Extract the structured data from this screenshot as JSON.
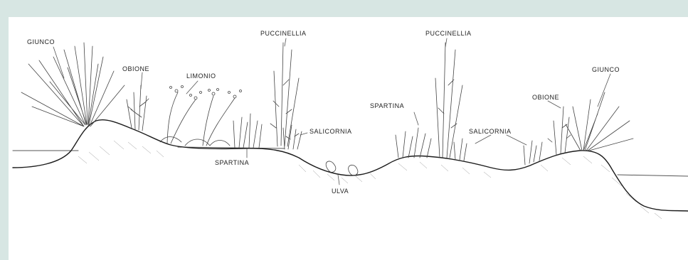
{
  "labels": {
    "giunco_left": "GIUNCO",
    "obione_left": "OBIONE",
    "limonio": "LIMONIO",
    "puccinellia_left": "PUCCINELLIA",
    "spartina_bottom": "SPARTINA",
    "salicornia_left": "SALICORNIA",
    "ulva": "ULVA",
    "puccinellia_right": "PUCCINELLIA",
    "spartina_right": "SPARTINA",
    "salicornia_right": "SALICORNIA",
    "obione_right": "OBIONE",
    "giunco_right": "GIUNCO"
  },
  "colors": {
    "frame": "#d7e6e3",
    "paper": "#ffffff",
    "ink": "#1c1c1c"
  }
}
